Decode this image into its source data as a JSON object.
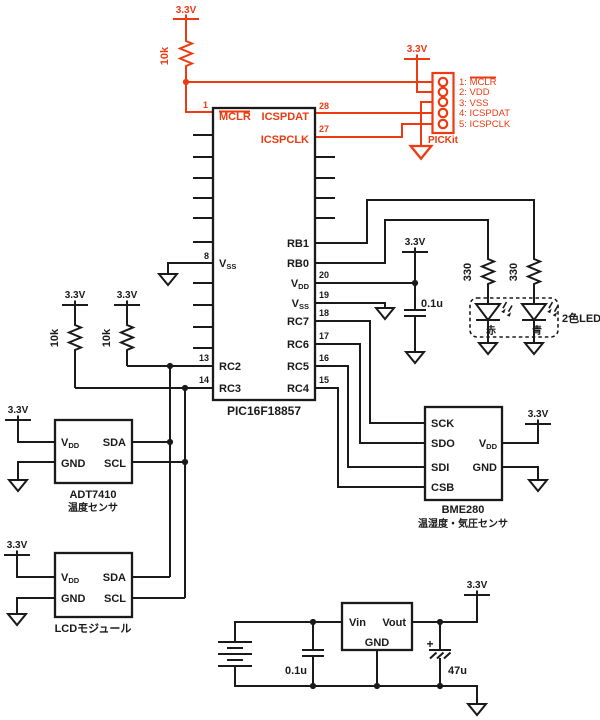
{
  "colors": {
    "wire": "#1a1a1a",
    "accent": "#ee3a10"
  },
  "supply": {
    "label": "3.3V"
  },
  "mcu": {
    "name": "PIC16F18857",
    "mclr": {
      "num": "1",
      "label": "MCLR"
    },
    "icspdat": {
      "num": "28",
      "label": "ICSPDAT"
    },
    "icspclk": {
      "num": "27",
      "label": "ICSPCLK"
    },
    "vss_left": {
      "num": "8",
      "main": "V",
      "sub": "SS"
    },
    "rc2": {
      "num": "13",
      "label": "RC2"
    },
    "rc3": {
      "num": "14",
      "label": "RC3"
    },
    "rb1": {
      "label": "RB1"
    },
    "rb0": {
      "label": "RB0"
    },
    "vdd": {
      "num": "20",
      "main": "V",
      "sub": "DD"
    },
    "vss": {
      "num": "19",
      "main": "V",
      "sub": "SS"
    },
    "rc7": {
      "num": "18",
      "label": "RC7"
    },
    "rc6": {
      "num": "17",
      "label": "RC6"
    },
    "rc5": {
      "num": "16",
      "label": "RC5"
    },
    "rc4": {
      "num": "15",
      "label": "RC4"
    }
  },
  "pickit": {
    "title": "PICKit",
    "pin1": {
      "prefix": "1: ",
      "name": "MCLR"
    },
    "pin2": "2: VDD",
    "pin3": "3: VSS",
    "pin4": "4: ICSPDAT",
    "pin5": "5: ICSPCLK"
  },
  "resistors": {
    "mclr_pullup": "10k",
    "sda_pullup": "10k",
    "scl_pullup": "10k",
    "led_red": "330",
    "led_blue": "330"
  },
  "capacitors": {
    "mcu_bypass": "0.1u",
    "reg_input": "0.1u",
    "reg_output": "47u",
    "reg_output_polarity": "+"
  },
  "led": {
    "group_label": "2色LED",
    "red": "赤",
    "blue": "青"
  },
  "adt7410": {
    "name": "ADT7410",
    "desc": "温度センサ",
    "vdd_main": "V",
    "vdd_sub": "DD",
    "gnd": "GND",
    "sda": "SDA",
    "scl": "SCL"
  },
  "lcd": {
    "name": "LCDモジュール",
    "vdd_main": "V",
    "vdd_sub": "DD",
    "gnd": "GND",
    "sda": "SDA",
    "scl": "SCL"
  },
  "bme280": {
    "name": "BME280",
    "desc": "温湿度・気圧センサ",
    "sck": "SCK",
    "sdo": "SDO",
    "sdi": "SDI",
    "csb": "CSB",
    "vdd_main": "V",
    "vdd_sub": "DD",
    "gnd": "GND"
  },
  "regulator": {
    "vin": "Vin",
    "vout": "Vout",
    "gnd": "GND"
  }
}
